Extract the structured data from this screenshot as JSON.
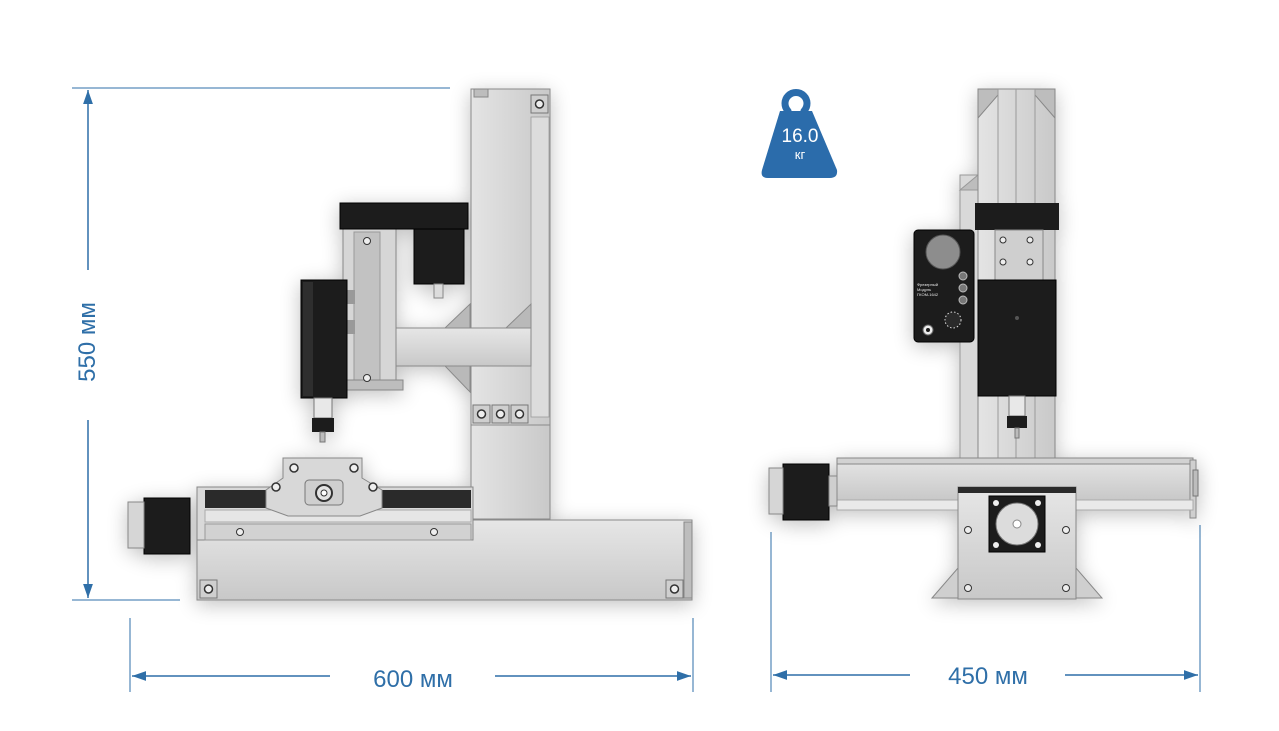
{
  "dimensions": {
    "height_label": "550 мм",
    "side_width_label": "600 мм",
    "front_width_label": "450 мм"
  },
  "weight": {
    "value": "16.0",
    "unit": "кг",
    "badge_color": "#2b6cab"
  },
  "control_panel": {
    "line1": "Фрезерный",
    "line2": "Модуль",
    "line3": "ГКОМ-1642"
  },
  "colors": {
    "dimension_lines": "#2f6fa8",
    "frame": "#d3d3d3",
    "motor": "#1a1a1a"
  }
}
